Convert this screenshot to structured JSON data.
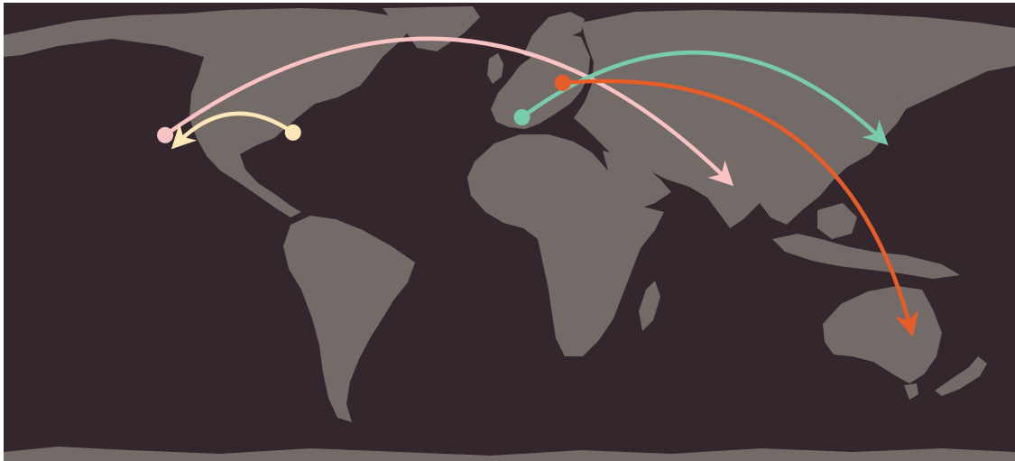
{
  "map": {
    "projection": "equirectangular",
    "colors": {
      "ocean": "#33262d",
      "land": "#736b67",
      "frame": "#ffffff"
    },
    "routes": [
      {
        "id": "usa-west-to-india",
        "color": "#f9c2c3",
        "from": {
          "lon": -122.5,
          "lat": 38.0
        },
        "to": {
          "lon": 78.0,
          "lat": 20.0
        },
        "start_marker": true,
        "arrow_head": true
      },
      {
        "id": "usa-east-to-usa-west",
        "color": "#fde6b8",
        "from": {
          "lon": -77.0,
          "lat": 39.0
        },
        "to": {
          "lon": -118.5,
          "lat": 34.5
        },
        "start_marker": true,
        "arrow_head": true
      },
      {
        "id": "italy-to-japan",
        "color": "#79cbad",
        "from": {
          "lon": 4.5,
          "lat": 45.0
        },
        "to": {
          "lon": 133.0,
          "lat": 36.0
        },
        "start_marker": true,
        "arrow_head": true
      },
      {
        "id": "russia-to-australia",
        "color": "#e65d28",
        "from": {
          "lon": 19.0,
          "lat": 58.5
        },
        "to": {
          "lon": 143.0,
          "lat": -38.5
        },
        "start_marker": true,
        "arrow_head": true
      }
    ]
  }
}
